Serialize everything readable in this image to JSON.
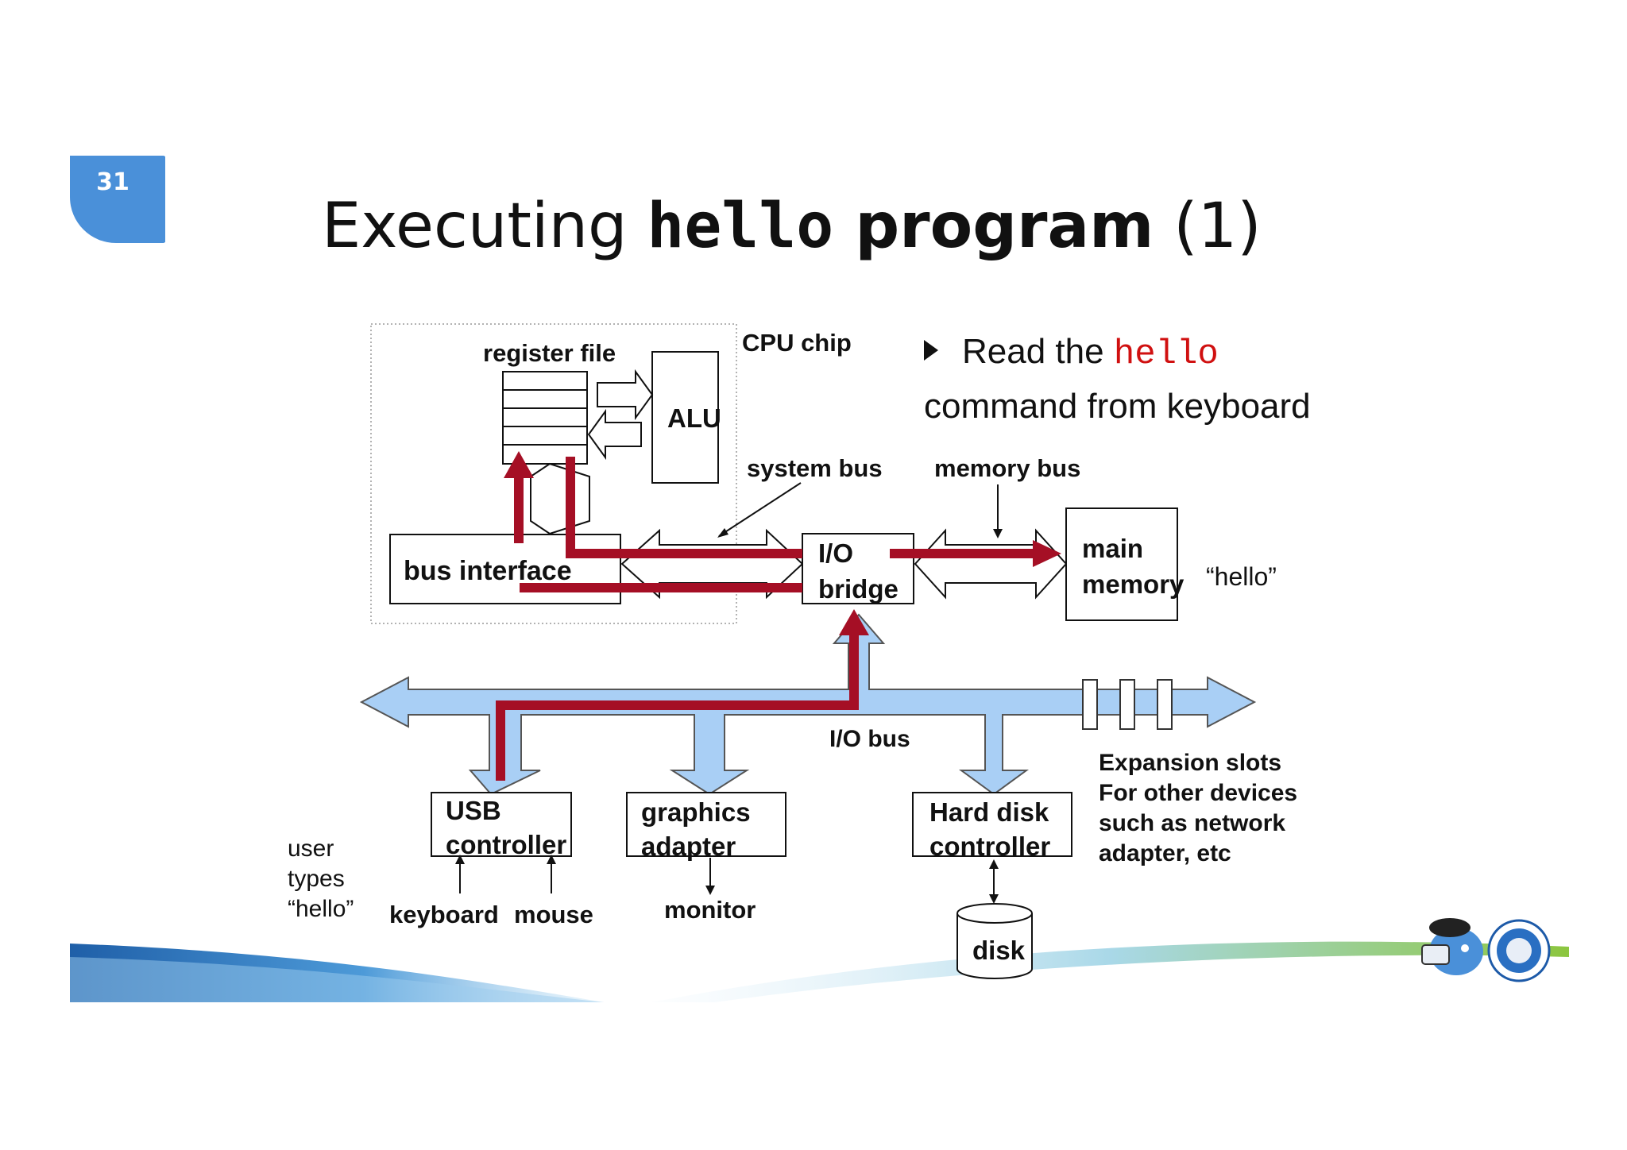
{
  "slide": {
    "number": "31"
  },
  "title": {
    "prefix": "Executing ",
    "code": "hello",
    "bold": " program",
    "suffix": " (1)"
  },
  "bullet": {
    "prefix": "Read the ",
    "keyword": "hello",
    "line2": "command from keyboard"
  },
  "diagram": {
    "labels": {
      "cpu_chip": "CPU chip",
      "register_file": "register file",
      "alu": "ALU",
      "system_bus": "system bus",
      "memory_bus": "memory bus",
      "bus_interface": "bus interface",
      "io_bridge_line1": "I/O",
      "io_bridge_line2": "bridge",
      "main_memory_line1": "main",
      "main_memory_line2": "memory",
      "memory_content": "“hello”",
      "io_bus": "I/O bus",
      "usb_line1": "USB",
      "usb_line2": "controller",
      "graphics_line1": "graphics",
      "graphics_line2": "adapter",
      "disk_ctrl_line1": "Hard disk",
      "disk_ctrl_line2": "controller",
      "disk": "disk",
      "keyboard": "keyboard",
      "mouse": "mouse",
      "monitor": "monitor",
      "user_line1": "user",
      "user_line2": "types",
      "user_line3": "“hello”",
      "expansion_line1": "Expansion slots",
      "expansion_line2": "For other devices",
      "expansion_line3": "such as network",
      "expansion_line4": "adapter, etc"
    },
    "colors": {
      "data_path": "#a50f25",
      "io_bus_fill": "#a9cff5",
      "badge": "#4a90d9"
    }
  }
}
